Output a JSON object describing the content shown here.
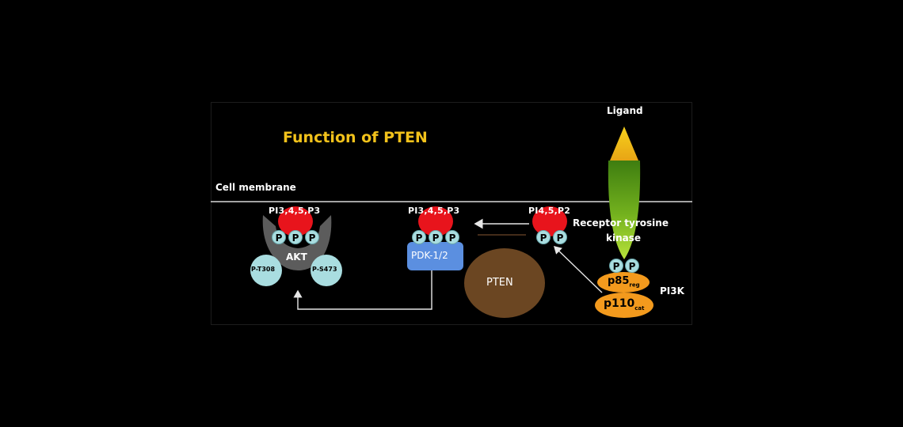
{
  "title": "Function of PTEN",
  "membrane_label": "Cell membrane",
  "ligand_label": "Ligand",
  "receptor_label_line1": "Receptor tyrosine",
  "receptor_label_line2": "kinase",
  "pip3_left_label": "PI3,4,5,P3",
  "pip3_mid_label": "PI3,4,5,P3",
  "pip2_label": "PI4,5,P2",
  "phosphate_letter": "P",
  "akt_label": "AKT",
  "akt_site_left": "P-T308",
  "akt_site_right": "P-S473",
  "pdk_label": "PDK-1/2",
  "pten_label": "PTEN",
  "p85_main": "p85",
  "p85_sub": "reg",
  "p110_main": "p110",
  "p110_sub": "cat",
  "pi3k_label": "PI3K",
  "colors": {
    "title": "#f2c21b",
    "phosphate": "#a9dde0",
    "inositol": "#e8141c",
    "pdk": "#5b8fe0",
    "pten": "#6b4622",
    "pi3k": "#f39a1d",
    "akt": "#5c5c5c"
  }
}
